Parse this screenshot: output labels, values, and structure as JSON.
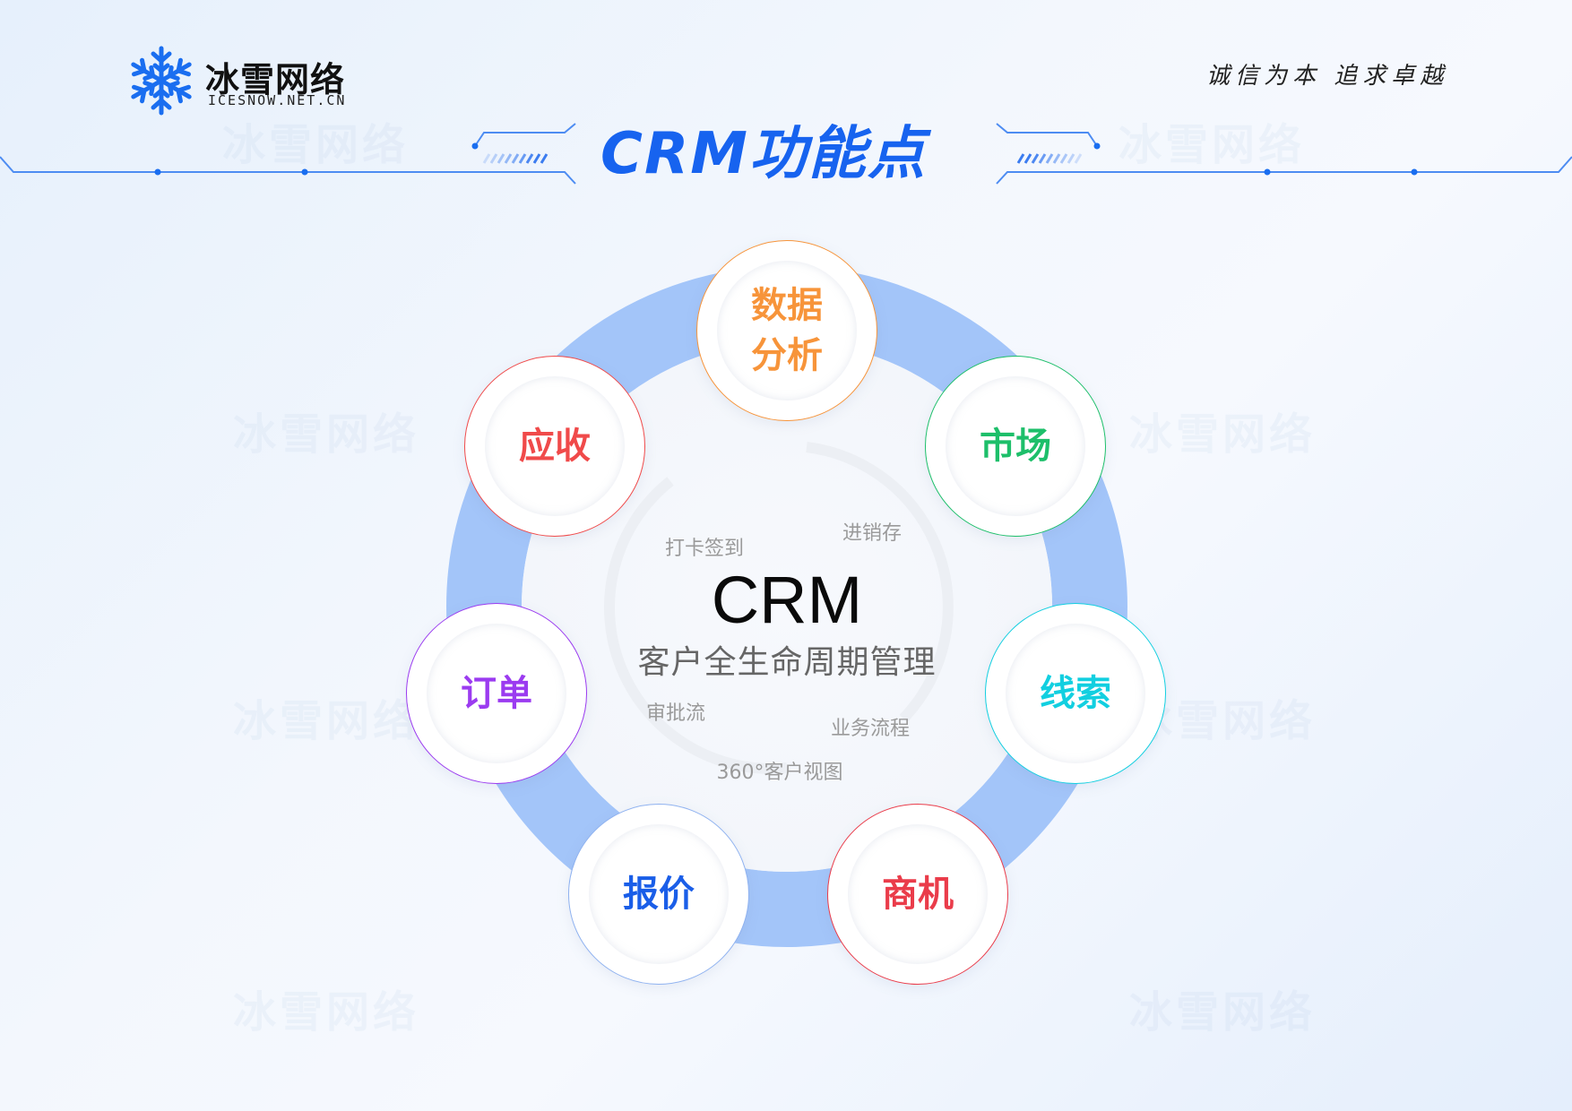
{
  "brand": {
    "name": "冰雪网络",
    "domain": "ICESNOW.NET.CN",
    "watermark": "冰雪网络"
  },
  "slogan": "诚信为本 追求卓越",
  "title": "CRM功能点",
  "center": {
    "title": "CRM",
    "subtitle": "客户全生命周期管理"
  },
  "features": [
    {
      "label": "数据分析",
      "color": "#f7943a"
    },
    {
      "label": "市场",
      "color": "#1dbf6a"
    },
    {
      "label": "线索",
      "color": "#12cfe0"
    },
    {
      "label": "商机",
      "color": "#ea3c4a"
    },
    {
      "label": "报价",
      "color": "#1a5ee8"
    },
    {
      "label": "订单",
      "color": "#9b3bf0"
    },
    {
      "label": "应收",
      "color": "#f04a4a"
    }
  ],
  "sub_features": [
    "打卡签到",
    "进销存",
    "审批流",
    "业务流程",
    "360°客户视图"
  ],
  "colors": {
    "accent": "#1763ef",
    "ring": "#a3c5f9"
  }
}
